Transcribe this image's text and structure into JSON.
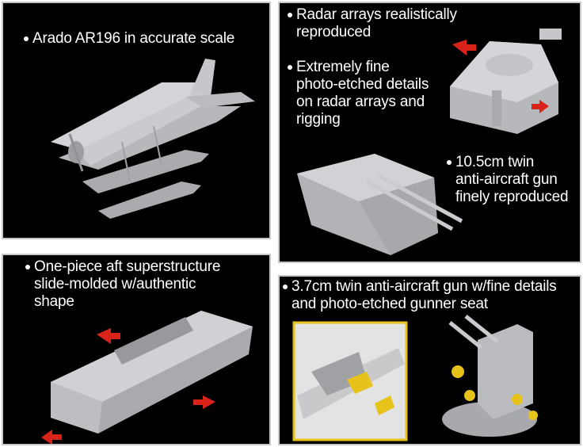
{
  "panels": {
    "arado": {
      "lines": [
        "Arado AR196 in accurate scale"
      ]
    },
    "radar": {
      "lines": [
        "Radar arrays realistically",
        "reproduced"
      ]
    },
    "photoetch": {
      "lines": [
        "Extremely fine",
        "photo-etched details",
        "on radar arrays and",
        "rigging"
      ]
    },
    "gun105": {
      "lines": [
        "10.5cm twin",
        "anti-aircraft gun",
        "finely reproduced"
      ]
    },
    "superstructure": {
      "lines": [
        "One-piece aft superstructure",
        "slide-molded w/authentic",
        "shape"
      ]
    },
    "gun37": {
      "lines": [
        "3.7cm twin anti-aircraft gun w/fine details",
        "and photo-etched gunner seat"
      ]
    }
  },
  "colors": {
    "panel_bg": "#000000",
    "model_gray": "#bfc1c4",
    "arrow_red": "#d8231b",
    "photoetch_yellow": "#e6c21a"
  }
}
